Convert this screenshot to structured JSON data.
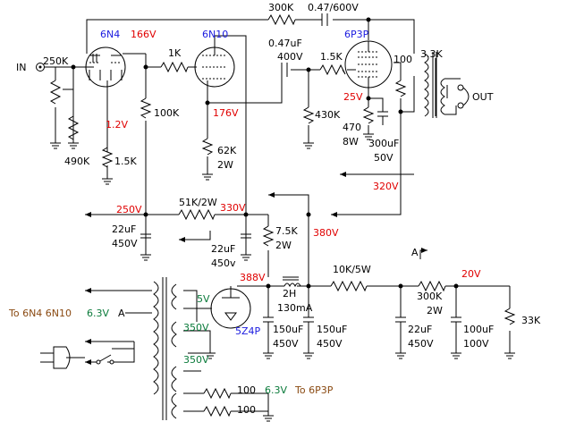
{
  "labels": {
    "in": "IN",
    "out": "OUT",
    "r250k": "250K",
    "r490k": "490K",
    "r1_5k_a": "1.5K",
    "t6n4": "6N4",
    "v166": "166V",
    "v1_2": "1.2V",
    "r1k": "1K",
    "r100k": "100K",
    "t6n10": "6N10",
    "v176": "176V",
    "r62k": "62K",
    "r62k_w": "2W",
    "r300k_top": "300K",
    "c047_top": "0.47/600V",
    "c047": "0.47uF",
    "c047_v": "400V",
    "r430k": "430K",
    "t6p3p": "6P3P",
    "r1_5k_b": "1.5K",
    "r100": "100",
    "r3_3k": "3.3K",
    "v25": "25V",
    "r470": "470",
    "r470_w": "8W",
    "c300": "300uF",
    "c300_v": "50V",
    "v320": "320V",
    "r51k": "51K/2W",
    "v330": "330V",
    "v250": "250V",
    "c22_a": "22uF",
    "c22_a_v": "450V",
    "c22_b": "22uF",
    "c22_b_v": "450v",
    "r7_5k": "7.5K",
    "r7_5k_w": "2W",
    "v380": "380V",
    "v388": "388V",
    "choke": "2H",
    "choke_i": "130mA",
    "t5z4p": "5Z4P",
    "v5": "5V",
    "v350a": "350V",
    "v350b": "350V",
    "r10k": "10K/5W",
    "a_top": "A",
    "r300k_b": "300K",
    "r300k_b_w": "2W",
    "v20": "20V",
    "r33k": "33K",
    "c150a": "150uF",
    "c150a_v": "450V",
    "c150b": "150uF",
    "c150b_v": "450V",
    "c22_c": "22uF",
    "c22_c_v": "450V",
    "c100": "100uF",
    "c100_v": "100V",
    "to_6n4": "To 6N4 6N10",
    "v6_3a": "6.3V",
    "a_left": "A",
    "r100_a": "100",
    "r100_b": "100",
    "v6_3b": "6.3V",
    "to_6p3p": "To 6P3P"
  },
  "colors": {
    "voltage": "#e00000",
    "tube_name": "#1a1adf",
    "heater_volt": "#0a7a3a",
    "heater_text": "#8a4a12",
    "wire": "#000000"
  }
}
